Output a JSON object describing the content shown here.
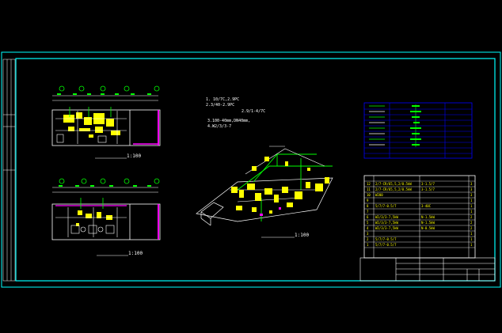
{
  "plan_upper": {
    "scale_label": "1:100"
  },
  "plan_lower": {
    "scale_label": "1:100"
  },
  "iso": {
    "notes": [
      "1. 10/7C,2.9PC",
      "2.3/40-2.9PC",
      "3.100-40mm,DN40mm,",
      "4.W2/3/3-7"
    ],
    "side_note": "2.9/1-4/7C",
    "scale_label": "1:100"
  },
  "legend": {
    "rows": [
      {
        "sym": "line",
        "label": "—"
      },
      {
        "sym": "line",
        "label": "—"
      },
      {
        "sym": "line",
        "label": "—"
      },
      {
        "sym": "valve",
        "label": "—"
      },
      {
        "sym": "line",
        "label": "—"
      },
      {
        "sym": "valve",
        "label": "—"
      },
      {
        "sym": "line",
        "label": "—"
      },
      {
        "sym": "valve",
        "label": "—"
      },
      {
        "sym": "line",
        "label": "—"
      }
    ]
  },
  "equipment_table": {
    "rows": [
      {
        "no": "12",
        "name": "2/7-CR/65,5,2/0.5kW",
        "spec": "3-1.5/7",
        "qty": "3"
      },
      {
        "no": "11",
        "name": "2/7-CR/65,5,2/0.5kW",
        "spec": "3-1.5/7",
        "qty": "3"
      },
      {
        "no": "10",
        "name": "W200",
        "spec": "",
        "qty": "3"
      },
      {
        "no": "9",
        "name": "",
        "spec": "",
        "qty": "1"
      },
      {
        "no": "8",
        "name": "5/7/7-0.5/7",
        "spec": "3-40C",
        "qty": "1"
      },
      {
        "no": "7",
        "name": "",
        "spec": "",
        "qty": "1"
      },
      {
        "no": "6",
        "name": "W2/3/3-7,5kW",
        "spec": "N-1.5kW",
        "qty": "2"
      },
      {
        "no": "5",
        "name": "W2/3/3-7,5kW",
        "spec": "N-1.5kW",
        "qty": "2"
      },
      {
        "no": "4",
        "name": "W2/3/3-7,5kW",
        "spec": "N-0.5kW",
        "qty": "2"
      },
      {
        "no": "3",
        "name": "",
        "spec": "",
        "qty": "1"
      },
      {
        "no": "2",
        "name": "5/7/7-0.5/7",
        "spec": "",
        "qty": "1"
      },
      {
        "no": "1",
        "name": "5/7/7-0.5/7",
        "spec": "",
        "qty": "1"
      }
    ]
  },
  "colors": {
    "background": "#000000",
    "frame": "#00ffff",
    "line": "#ffffff",
    "equipment": "#ffff00",
    "pipe": "#00ff00",
    "wall": "#ff00ff",
    "table_grid": "#0000ff"
  }
}
